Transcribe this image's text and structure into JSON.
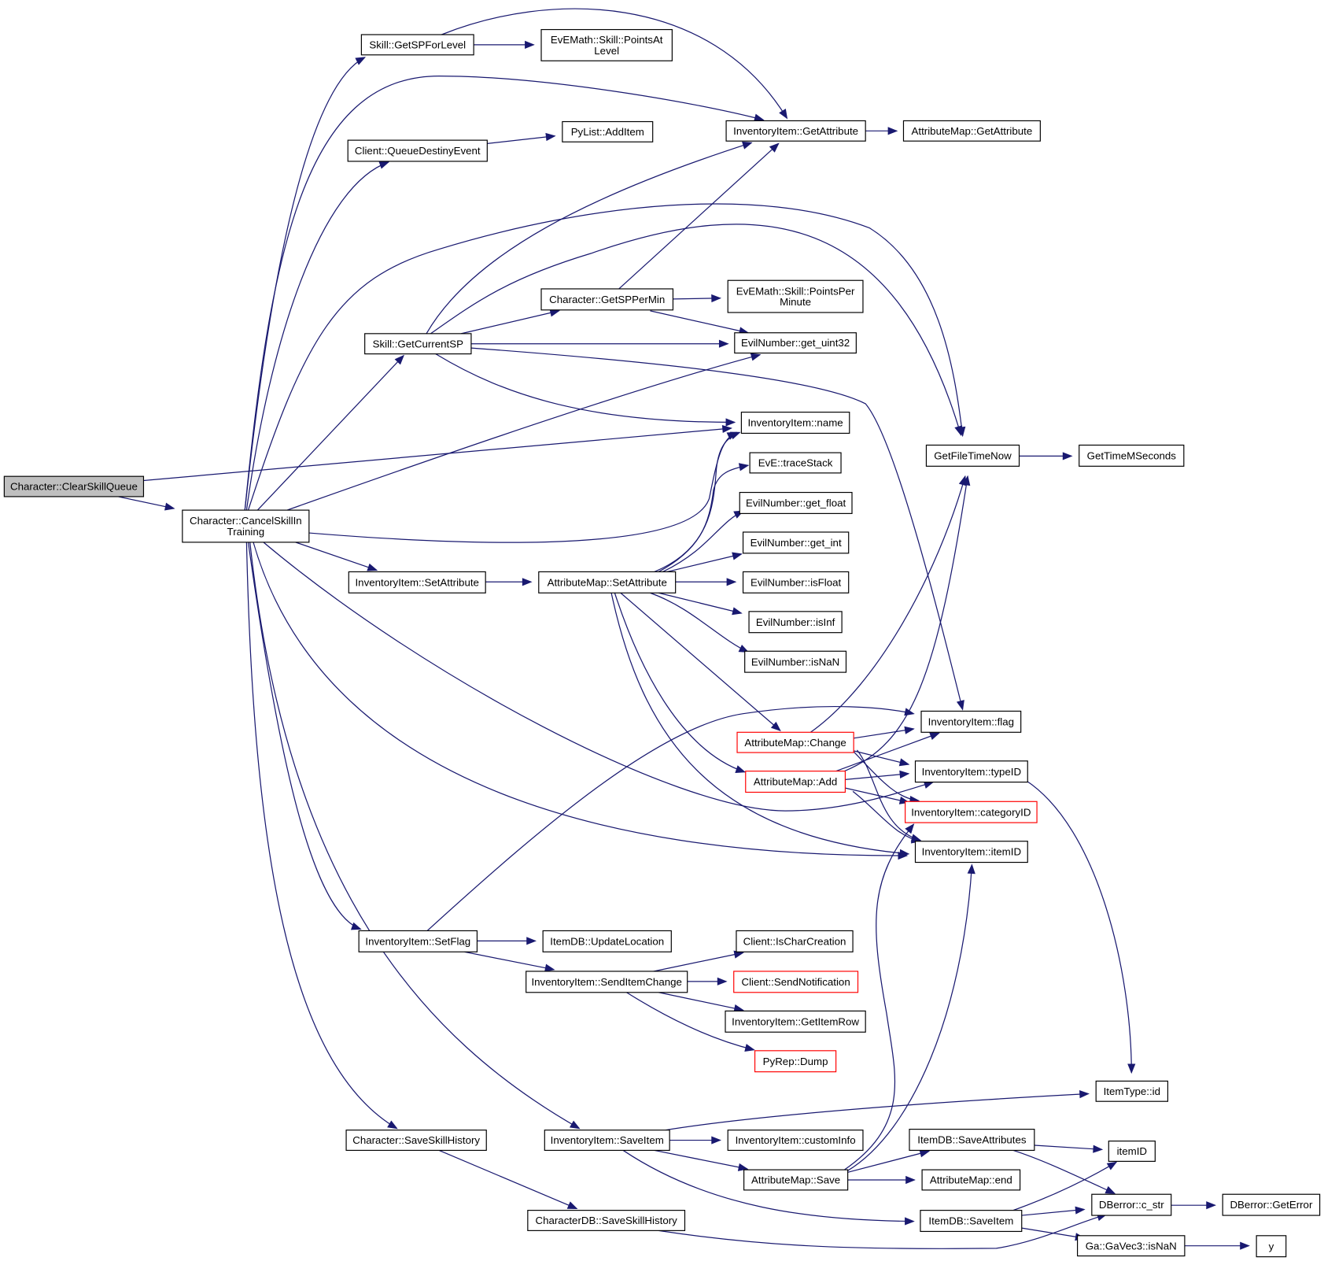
{
  "graph": {
    "type": "call-graph",
    "colors": {
      "edge": "#191970",
      "root_fill": "#bfbfbf",
      "node_border": "#000000",
      "truncated_border": "#ff0000"
    },
    "root": "clearskillqueue",
    "nodes": [
      {
        "id": "clearskillqueue",
        "lines": [
          "Character::ClearSkillQueue"
        ],
        "style": "root"
      },
      {
        "id": "cancelskill",
        "lines": [
          "Character::CancelSkillIn",
          "Training"
        ],
        "style": "normal"
      },
      {
        "id": "getspforlevel",
        "lines": [
          "Skill::GetSPForLevel"
        ],
        "style": "normal"
      },
      {
        "id": "pointsatlevel",
        "lines": [
          "EvEMath::Skill::PointsAt",
          "Level"
        ],
        "style": "normal"
      },
      {
        "id": "queuedestiny",
        "lines": [
          "Client::QueueDestinyEvent"
        ],
        "style": "normal"
      },
      {
        "id": "pylistadd",
        "lines": [
          "PyList::AddItem"
        ],
        "style": "normal"
      },
      {
        "id": "invgetattr",
        "lines": [
          "InventoryItem::GetAttribute"
        ],
        "style": "normal"
      },
      {
        "id": "amgetattr",
        "lines": [
          "AttributeMap::GetAttribute"
        ],
        "style": "normal"
      },
      {
        "id": "getsppermin",
        "lines": [
          "Character::GetSPPerMin"
        ],
        "style": "normal"
      },
      {
        "id": "pointspermin",
        "lines": [
          "EvEMath::Skill::PointsPer",
          "Minute"
        ],
        "style": "normal"
      },
      {
        "id": "getcurrentsp",
        "lines": [
          "Skill::GetCurrentSP"
        ],
        "style": "normal"
      },
      {
        "id": "getuint32",
        "lines": [
          "EvilNumber::get_uint32"
        ],
        "style": "normal"
      },
      {
        "id": "invname",
        "lines": [
          "InventoryItem::name"
        ],
        "style": "normal"
      },
      {
        "id": "getfiletimenow",
        "lines": [
          "GetFileTimeNow"
        ],
        "style": "normal"
      },
      {
        "id": "gettimems",
        "lines": [
          "GetTimeMSeconds"
        ],
        "style": "normal"
      },
      {
        "id": "tracestack",
        "lines": [
          "EvE::traceStack"
        ],
        "style": "normal"
      },
      {
        "id": "getfloat",
        "lines": [
          "EvilNumber::get_float"
        ],
        "style": "normal"
      },
      {
        "id": "getint",
        "lines": [
          "EvilNumber::get_int"
        ],
        "style": "normal"
      },
      {
        "id": "invsetattr",
        "lines": [
          "InventoryItem::SetAttribute"
        ],
        "style": "normal"
      },
      {
        "id": "amsetattr",
        "lines": [
          "AttributeMap::SetAttribute"
        ],
        "style": "normal"
      },
      {
        "id": "isfloat",
        "lines": [
          "EvilNumber::isFloat"
        ],
        "style": "normal"
      },
      {
        "id": "isinf",
        "lines": [
          "EvilNumber::isInf"
        ],
        "style": "normal"
      },
      {
        "id": "isnan",
        "lines": [
          "EvilNumber::isNaN"
        ],
        "style": "normal"
      },
      {
        "id": "invflag",
        "lines": [
          "InventoryItem::flag"
        ],
        "style": "normal"
      },
      {
        "id": "amchange",
        "lines": [
          "AttributeMap::Change"
        ],
        "style": "truncated"
      },
      {
        "id": "invtypeid",
        "lines": [
          "InventoryItem::typeID"
        ],
        "style": "normal"
      },
      {
        "id": "amadd",
        "lines": [
          "AttributeMap::Add"
        ],
        "style": "truncated"
      },
      {
        "id": "invcategoryid",
        "lines": [
          "InventoryItem::categoryID"
        ],
        "style": "truncated"
      },
      {
        "id": "invitemid",
        "lines": [
          "InventoryItem::itemID"
        ],
        "style": "normal"
      },
      {
        "id": "invsetflag",
        "lines": [
          "InventoryItem::SetFlag"
        ],
        "style": "normal"
      },
      {
        "id": "updatelocation",
        "lines": [
          "ItemDB::UpdateLocation"
        ],
        "style": "normal"
      },
      {
        "id": "ischarcreation",
        "lines": [
          "Client::IsCharCreation"
        ],
        "style": "normal"
      },
      {
        "id": "senditemchange",
        "lines": [
          "InventoryItem::SendItemChange"
        ],
        "style": "normal"
      },
      {
        "id": "sendnotification",
        "lines": [
          "Client::SendNotification"
        ],
        "style": "truncated"
      },
      {
        "id": "getitemrow",
        "lines": [
          "InventoryItem::GetItemRow"
        ],
        "style": "normal"
      },
      {
        "id": "pyrepdump",
        "lines": [
          "PyRep::Dump"
        ],
        "style": "truncated"
      },
      {
        "id": "itemtypeid",
        "lines": [
          "ItemType::id"
        ],
        "style": "normal"
      },
      {
        "id": "saveskillhistory",
        "lines": [
          "Character::SaveSkillHistory"
        ],
        "style": "normal"
      },
      {
        "id": "invsaveitem",
        "lines": [
          "InventoryItem::SaveItem"
        ],
        "style": "normal"
      },
      {
        "id": "custominfo",
        "lines": [
          "InventoryItem::customInfo"
        ],
        "style": "normal"
      },
      {
        "id": "saveattributes",
        "lines": [
          "ItemDB::SaveAttributes"
        ],
        "style": "normal"
      },
      {
        "id": "itemid",
        "lines": [
          "itemID"
        ],
        "style": "normal"
      },
      {
        "id": "amsave",
        "lines": [
          "AttributeMap::Save"
        ],
        "style": "normal"
      },
      {
        "id": "amend",
        "lines": [
          "AttributeMap::end"
        ],
        "style": "normal"
      },
      {
        "id": "dbcstr",
        "lines": [
          "DBerror::c_str"
        ],
        "style": "normal"
      },
      {
        "id": "dbgeterror",
        "lines": [
          "DBerror::GetError"
        ],
        "style": "normal"
      },
      {
        "id": "cdbsaveskillhistory",
        "lines": [
          "CharacterDB::SaveSkillHistory"
        ],
        "style": "normal"
      },
      {
        "id": "itemdbsaveitem",
        "lines": [
          "ItemDB::SaveItem"
        ],
        "style": "normal"
      },
      {
        "id": "gavec3isnan",
        "lines": [
          "Ga::GaVec3::isNaN"
        ],
        "style": "normal"
      },
      {
        "id": "y",
        "lines": [
          "y"
        ],
        "style": "normal"
      }
    ],
    "edges": [
      [
        "clearskillqueue",
        "cancelskill"
      ],
      [
        "clearskillqueue",
        "invname"
      ],
      [
        "cancelskill",
        "getspforlevel"
      ],
      [
        "cancelskill",
        "invgetattr"
      ],
      [
        "cancelskill",
        "queuedestiny"
      ],
      [
        "cancelskill",
        "getfiletimenow"
      ],
      [
        "cancelskill",
        "getcurrentsp"
      ],
      [
        "cancelskill",
        "getuint32"
      ],
      [
        "cancelskill",
        "invname"
      ],
      [
        "cancelskill",
        "invsetattr"
      ],
      [
        "cancelskill",
        "invtypeid"
      ],
      [
        "cancelskill",
        "invitemid"
      ],
      [
        "cancelskill",
        "invsetflag"
      ],
      [
        "cancelskill",
        "saveskillhistory"
      ],
      [
        "cancelskill",
        "invsaveitem"
      ],
      [
        "getspforlevel",
        "pointsatlevel"
      ],
      [
        "getspforlevel",
        "invgetattr"
      ],
      [
        "queuedestiny",
        "pylistadd"
      ],
      [
        "invgetattr",
        "amgetattr"
      ],
      [
        "getcurrentsp",
        "invgetattr"
      ],
      [
        "getcurrentsp",
        "getfiletimenow"
      ],
      [
        "getcurrentsp",
        "getsppermin"
      ],
      [
        "getcurrentsp",
        "getuint32"
      ],
      [
        "getcurrentsp",
        "invname"
      ],
      [
        "getcurrentsp",
        "invflag"
      ],
      [
        "getsppermin",
        "invgetattr"
      ],
      [
        "getsppermin",
        "pointspermin"
      ],
      [
        "getsppermin",
        "getuint32"
      ],
      [
        "getfiletimenow",
        "gettimems"
      ],
      [
        "invsetattr",
        "amsetattr"
      ],
      [
        "amsetattr",
        "invname"
      ],
      [
        "amsetattr",
        "tracestack"
      ],
      [
        "amsetattr",
        "getfloat"
      ],
      [
        "amsetattr",
        "getint"
      ],
      [
        "amsetattr",
        "isfloat"
      ],
      [
        "amsetattr",
        "isinf"
      ],
      [
        "amsetattr",
        "isnan"
      ],
      [
        "amsetattr",
        "amchange"
      ],
      [
        "amsetattr",
        "amadd"
      ],
      [
        "amsetattr",
        "invitemid"
      ],
      [
        "amchange",
        "getfiletimenow"
      ],
      [
        "amchange",
        "invflag"
      ],
      [
        "amchange",
        "invtypeid"
      ],
      [
        "amchange",
        "invcategoryid"
      ],
      [
        "amchange",
        "invitemid"
      ],
      [
        "amadd",
        "getfiletimenow"
      ],
      [
        "amadd",
        "invflag"
      ],
      [
        "amadd",
        "invtypeid"
      ],
      [
        "amadd",
        "invcategoryid"
      ],
      [
        "amadd",
        "invitemid"
      ],
      [
        "invtypeid",
        "itemtypeid"
      ],
      [
        "invsetflag",
        "invflag"
      ],
      [
        "invsetflag",
        "updatelocation"
      ],
      [
        "invsetflag",
        "senditemchange"
      ],
      [
        "senditemchange",
        "ischarcreation"
      ],
      [
        "senditemchange",
        "sendnotification"
      ],
      [
        "senditemchange",
        "getitemrow"
      ],
      [
        "senditemchange",
        "pyrepdump"
      ],
      [
        "saveskillhistory",
        "cdbsaveskillhistory"
      ],
      [
        "cdbsaveskillhistory",
        "dbcstr"
      ],
      [
        "invsaveitem",
        "itemtypeid"
      ],
      [
        "invsaveitem",
        "custominfo"
      ],
      [
        "invsaveitem",
        "amsave"
      ],
      [
        "invsaveitem",
        "itemdbsaveitem"
      ],
      [
        "amsave",
        "invcategoryid"
      ],
      [
        "amsave",
        "invitemid"
      ],
      [
        "amsave",
        "saveattributes"
      ],
      [
        "amsave",
        "amend"
      ],
      [
        "saveattributes",
        "itemid"
      ],
      [
        "saveattributes",
        "dbcstr"
      ],
      [
        "itemdbsaveitem",
        "itemid"
      ],
      [
        "itemdbsaveitem",
        "dbcstr"
      ],
      [
        "itemdbsaveitem",
        "gavec3isnan"
      ],
      [
        "dbcstr",
        "dbgeterror"
      ],
      [
        "gavec3isnan",
        "y"
      ]
    ]
  }
}
